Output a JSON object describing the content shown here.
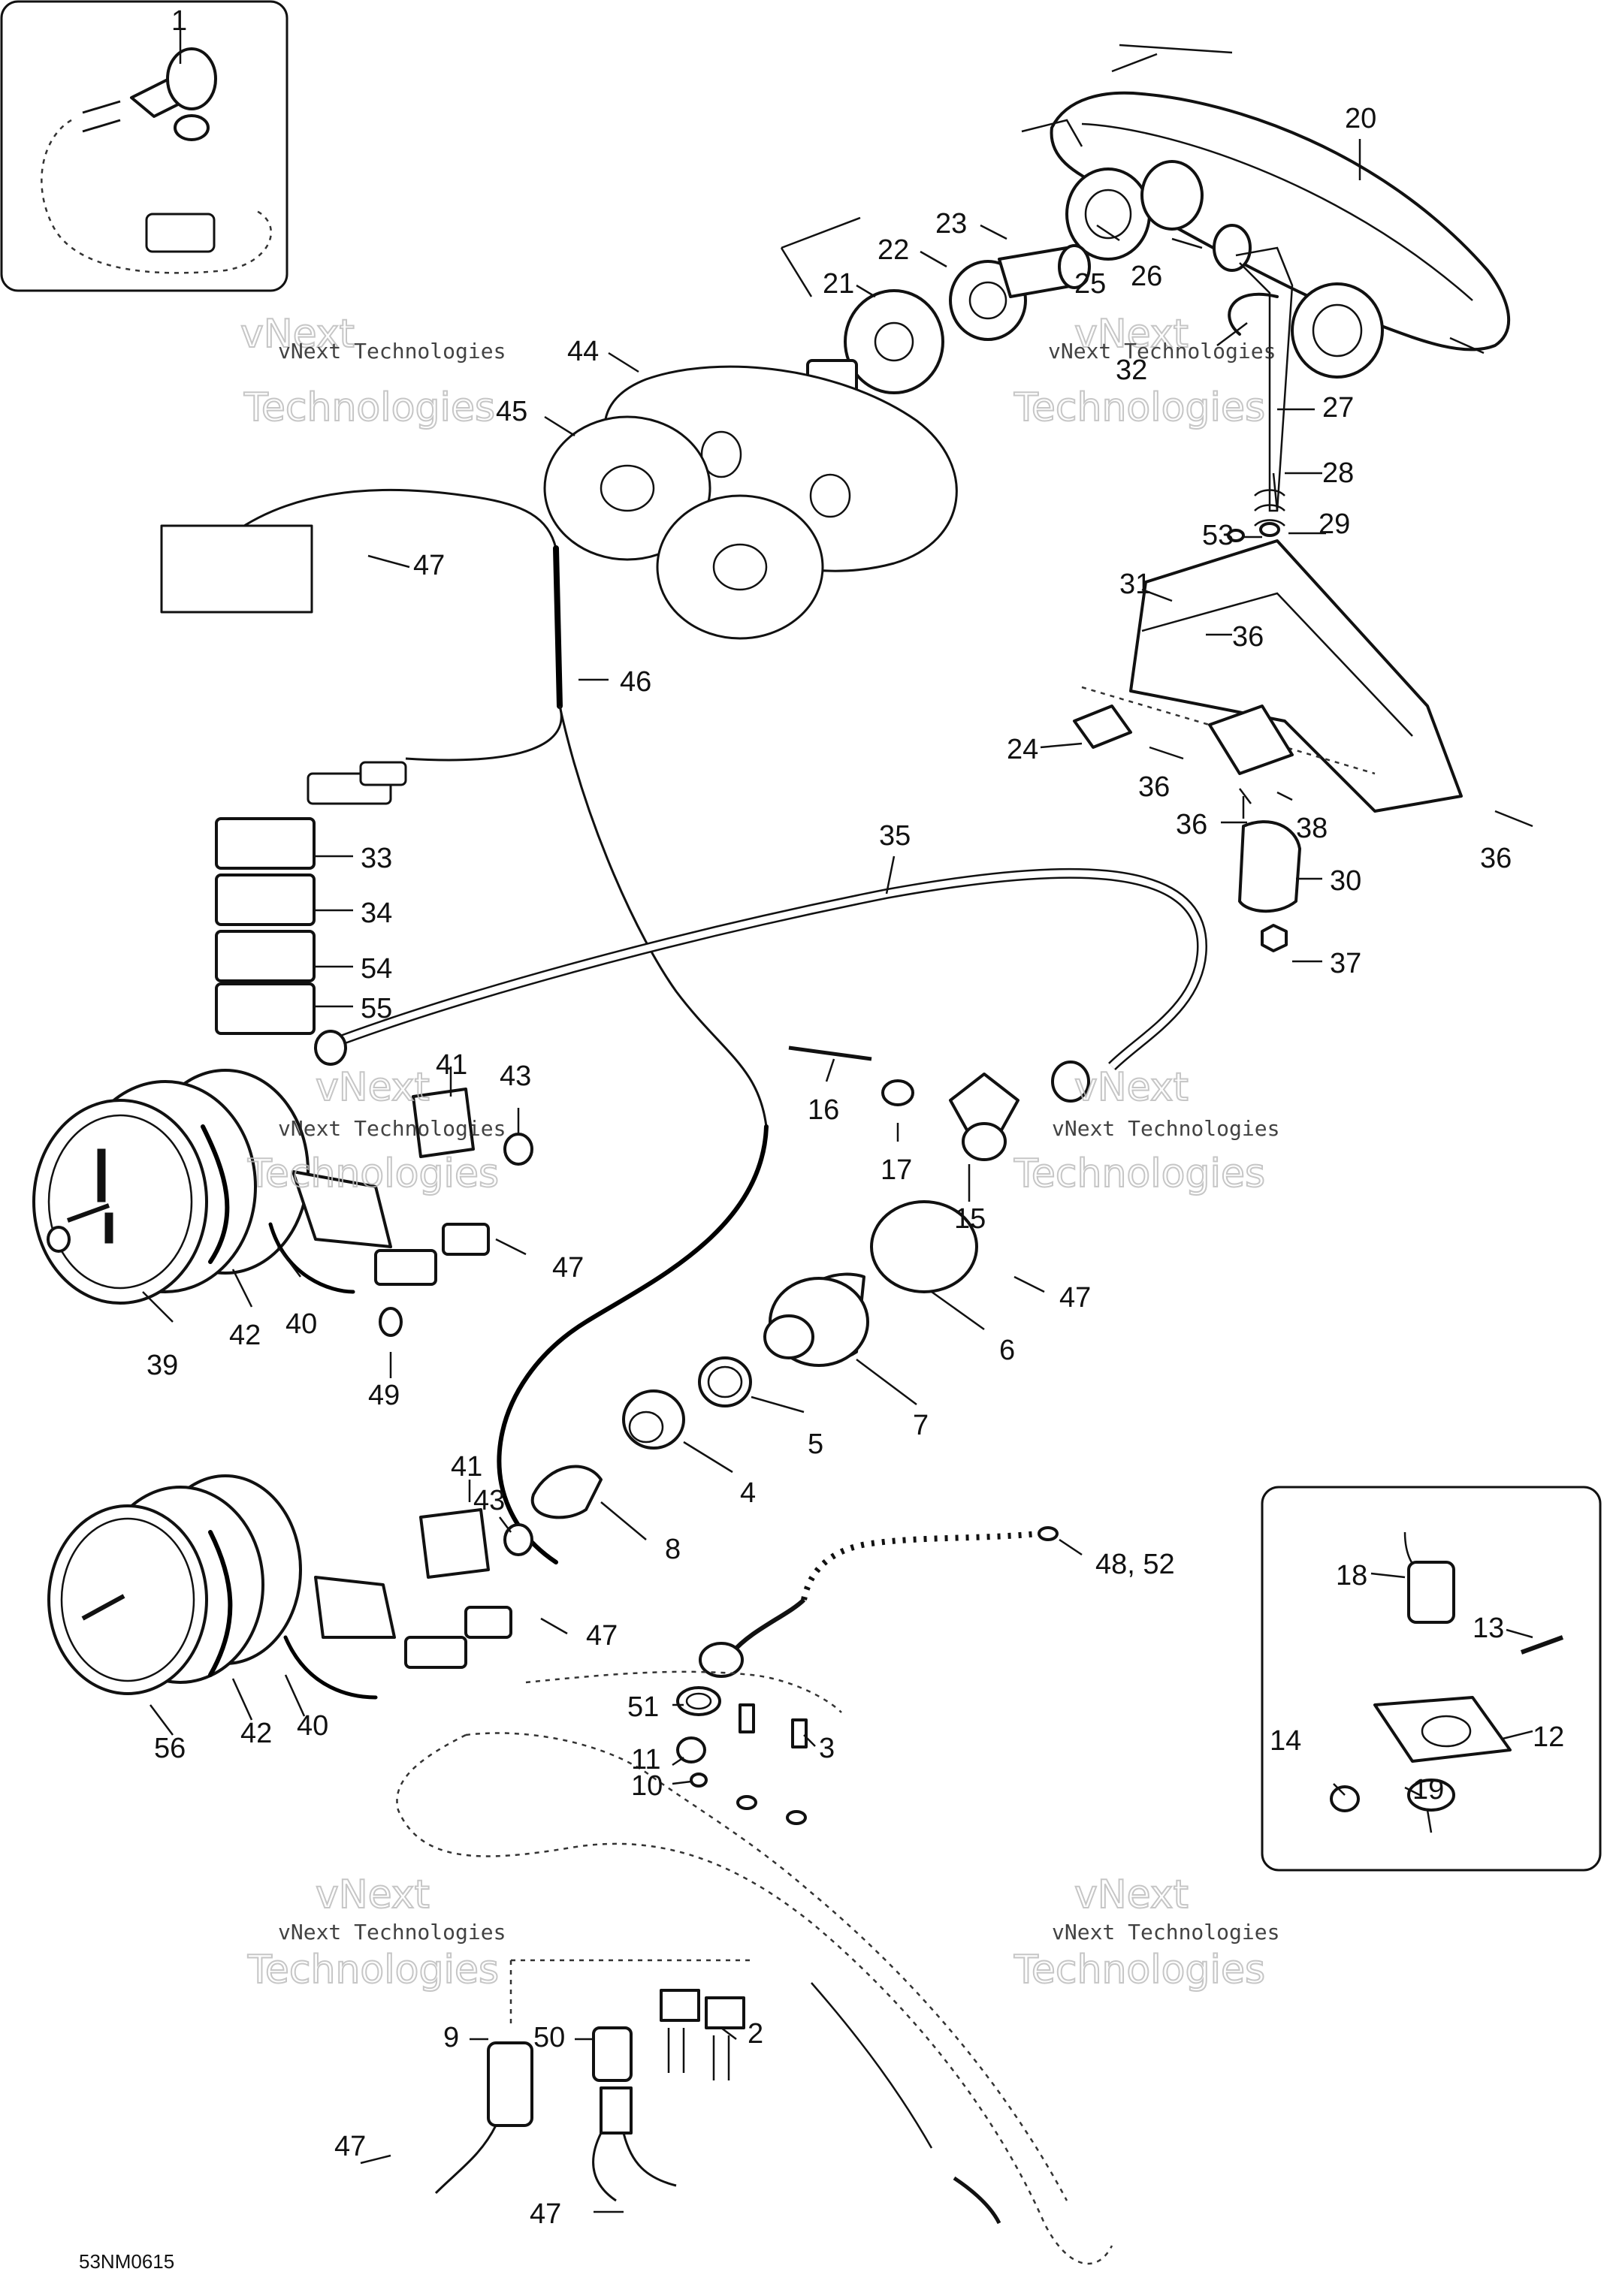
{
  "reference": "53NM0615",
  "watermark": {
    "line1": "vNext",
    "line2": "Technologies",
    "line3": "vNext Technologies"
  },
  "callouts": [
    {
      "id": "1",
      "text": "1"
    },
    {
      "id": "20",
      "text": "20"
    },
    {
      "id": "23",
      "text": "23"
    },
    {
      "id": "22",
      "text": "22"
    },
    {
      "id": "21",
      "text": "21"
    },
    {
      "id": "25",
      "text": "25"
    },
    {
      "id": "26",
      "text": "26"
    },
    {
      "id": "44",
      "text": "44"
    },
    {
      "id": "32",
      "text": "32"
    },
    {
      "id": "45",
      "text": "45"
    },
    {
      "id": "27",
      "text": "27"
    },
    {
      "id": "28",
      "text": "28"
    },
    {
      "id": "53",
      "text": "53"
    },
    {
      "id": "29",
      "text": "29"
    },
    {
      "id": "47a",
      "text": "47"
    },
    {
      "id": "31",
      "text": "31"
    },
    {
      "id": "36a",
      "text": "36"
    },
    {
      "id": "46",
      "text": "46"
    },
    {
      "id": "24",
      "text": "24"
    },
    {
      "id": "36b",
      "text": "36"
    },
    {
      "id": "36c",
      "text": "36"
    },
    {
      "id": "38",
      "text": "38"
    },
    {
      "id": "33",
      "text": "33"
    },
    {
      "id": "36d",
      "text": "36"
    },
    {
      "id": "35",
      "text": "35"
    },
    {
      "id": "30",
      "text": "30"
    },
    {
      "id": "34",
      "text": "34"
    },
    {
      "id": "54",
      "text": "54"
    },
    {
      "id": "37",
      "text": "37"
    },
    {
      "id": "55",
      "text": "55"
    },
    {
      "id": "41a",
      "text": "41"
    },
    {
      "id": "43a",
      "text": "43"
    },
    {
      "id": "16",
      "text": "16"
    },
    {
      "id": "17",
      "text": "17"
    },
    {
      "id": "15",
      "text": "15"
    },
    {
      "id": "47b",
      "text": "47"
    },
    {
      "id": "47c",
      "text": "47"
    },
    {
      "id": "6",
      "text": "6"
    },
    {
      "id": "39",
      "text": "39"
    },
    {
      "id": "42a",
      "text": "42"
    },
    {
      "id": "40a",
      "text": "40"
    },
    {
      "id": "7",
      "text": "7"
    },
    {
      "id": "49",
      "text": "49"
    },
    {
      "id": "5",
      "text": "5"
    },
    {
      "id": "41b",
      "text": "41"
    },
    {
      "id": "43b",
      "text": "43"
    },
    {
      "id": "4",
      "text": "4"
    },
    {
      "id": "8",
      "text": "8"
    },
    {
      "id": "48_52",
      "text": "48, 52"
    },
    {
      "id": "18",
      "text": "18"
    },
    {
      "id": "47d",
      "text": "47"
    },
    {
      "id": "13",
      "text": "13"
    },
    {
      "id": "56",
      "text": "56"
    },
    {
      "id": "42b",
      "text": "42"
    },
    {
      "id": "40b",
      "text": "40"
    },
    {
      "id": "51",
      "text": "51"
    },
    {
      "id": "3",
      "text": "3"
    },
    {
      "id": "12",
      "text": "12"
    },
    {
      "id": "14",
      "text": "14"
    },
    {
      "id": "11",
      "text": "11"
    },
    {
      "id": "10",
      "text": "10"
    },
    {
      "id": "19",
      "text": "19"
    },
    {
      "id": "9",
      "text": "9"
    },
    {
      "id": "50",
      "text": "50"
    },
    {
      "id": "2",
      "text": "2"
    },
    {
      "id": "47e",
      "text": "47"
    },
    {
      "id": "47f",
      "text": "47"
    }
  ]
}
